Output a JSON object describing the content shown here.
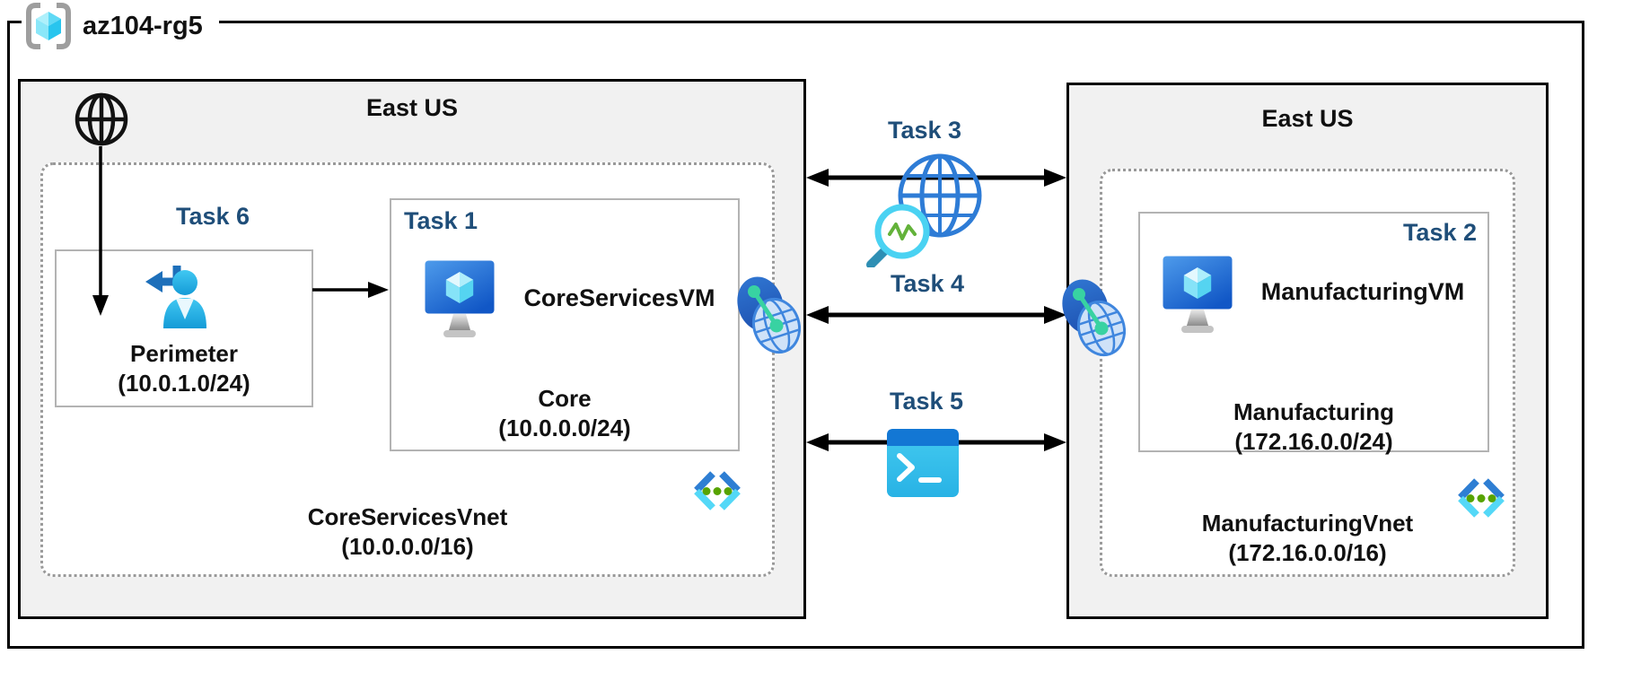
{
  "resource_group": {
    "name": "az104-rg5"
  },
  "left_region": {
    "title": "East US",
    "task6_label": "Task 6",
    "perimeter_subnet": {
      "name": "Perimeter",
      "cidr": "(10.0.1.0/24)"
    },
    "task1_label": "Task 1",
    "core_vm_name": "CoreServicesVM",
    "core_subnet": {
      "name": "Core",
      "cidr": "(10.0.0.0/24)"
    },
    "vnet": {
      "name": "CoreServicesVnet",
      "cidr": "(10.0.0.0/16)"
    }
  },
  "right_region": {
    "title": "East US",
    "task2_label": "Task 2",
    "manufacturing_vm_name": "ManufacturingVM",
    "manufacturing_subnet": {
      "name": "Manufacturing",
      "cidr": "(172.16.0.0/24)"
    },
    "vnet": {
      "name": "ManufacturingVnet",
      "cidr": "(172.16.0.0/16)"
    }
  },
  "connections": {
    "task3_label": "Task 3",
    "task4_label": "Task 4",
    "task5_label": "Task 5"
  },
  "icons": {
    "resource_group": "resource-group-icon",
    "internet": "internet-globe-icon",
    "perimeter_user": "sign-in-user-icon",
    "virtual_machine": "virtual-machine-icon",
    "virtual_network": "virtual-network-icon",
    "network_peering": "network-peering-icon",
    "network_watcher": "network-watcher-icon",
    "cloud_shell": "cloud-shell-icon"
  },
  "colors": {
    "task_label": "#1F4E79",
    "region_fill": "#F1F1F1",
    "outline_black": "#000000",
    "box_border_gray": "#B3B3B3",
    "vnet_dotted_border": "#999999",
    "azure_blue": "#2E7CD6",
    "cube_cyan": "#50D6F2",
    "vnet_dot_green": "#57A300",
    "peering_green": "#38D2A2"
  }
}
